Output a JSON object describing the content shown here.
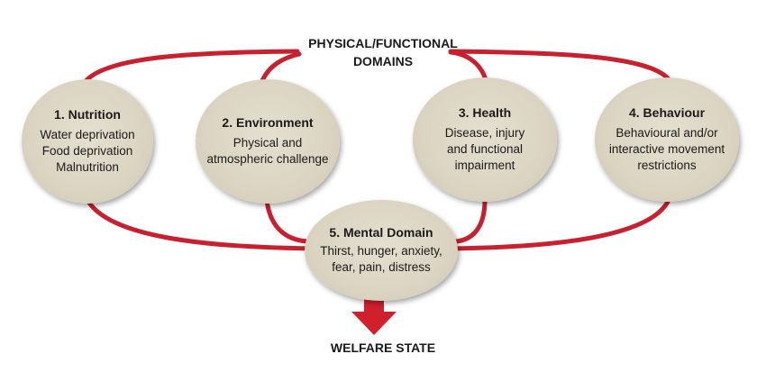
{
  "header": {
    "line1": "PHYSICAL/FUNCTIONAL",
    "line2": "DOMAINS"
  },
  "domains": [
    {
      "title": "1. Nutrition",
      "lines": [
        "Water deprivation",
        "Food deprivation",
        "Malnutrition"
      ]
    },
    {
      "title": "2. Environment",
      "lines": [
        "Physical and",
        "atmospheric challenge"
      ]
    },
    {
      "title": "3. Health",
      "lines": [
        "Disease, injury",
        "and functional",
        "impairment"
      ]
    },
    {
      "title": "4. Behaviour",
      "lines": [
        "Behavioural and/or",
        "interactive movement",
        "restrictions"
      ]
    }
  ],
  "mental": {
    "title": "5. Mental Domain",
    "lines": [
      "Thirst, hunger, anxiety,",
      "fear, pain, distress"
    ]
  },
  "footer": {
    "welfare_label": "WELFARE STATE"
  },
  "colors": {
    "connector": "#c8202f",
    "ellipse_fill": "#dad4c1",
    "arrow": "#d0202e"
  }
}
